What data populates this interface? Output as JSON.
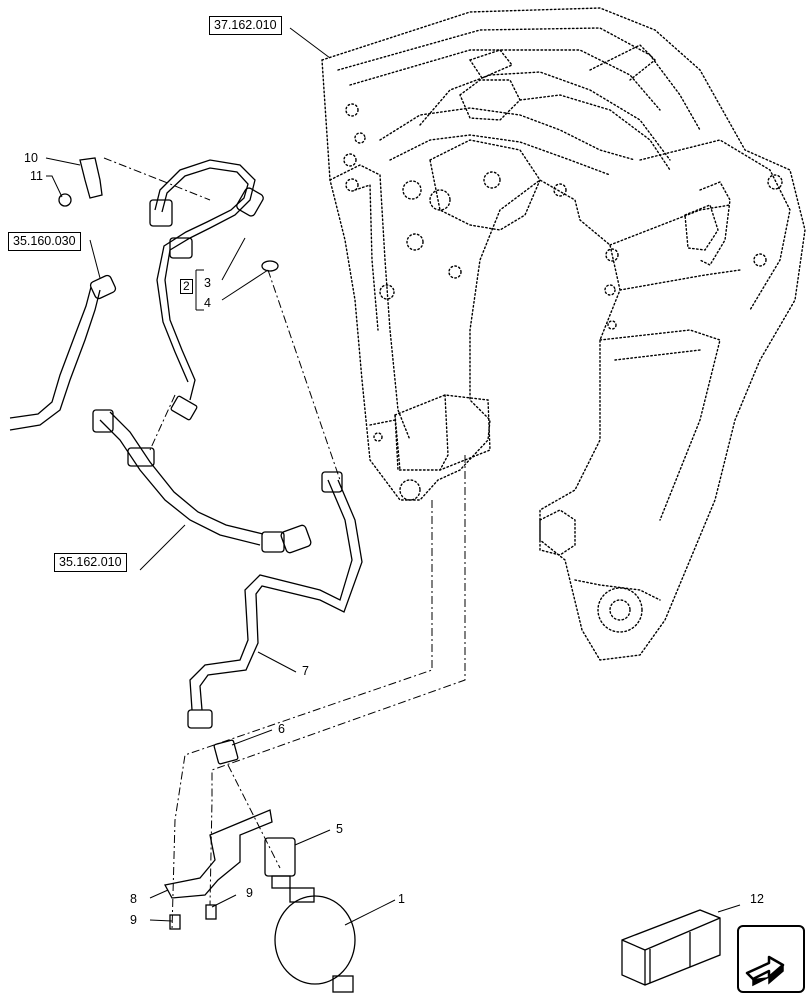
{
  "references": {
    "frame": "37.162.010",
    "hydraulic_left": "35.160.030",
    "hydraulic_lower": "35.162.010"
  },
  "group_label": "2",
  "callouts": {
    "c1": "1",
    "c3": "3",
    "c4": "4",
    "c5": "5",
    "c6": "6",
    "c7": "7",
    "c8": "8",
    "c9a": "9",
    "c9b": "9",
    "c10": "10",
    "c11": "11",
    "c12": "12"
  },
  "icons": {
    "kit_box": "crate-icon",
    "navigation": "next-page-arrow-icon"
  }
}
